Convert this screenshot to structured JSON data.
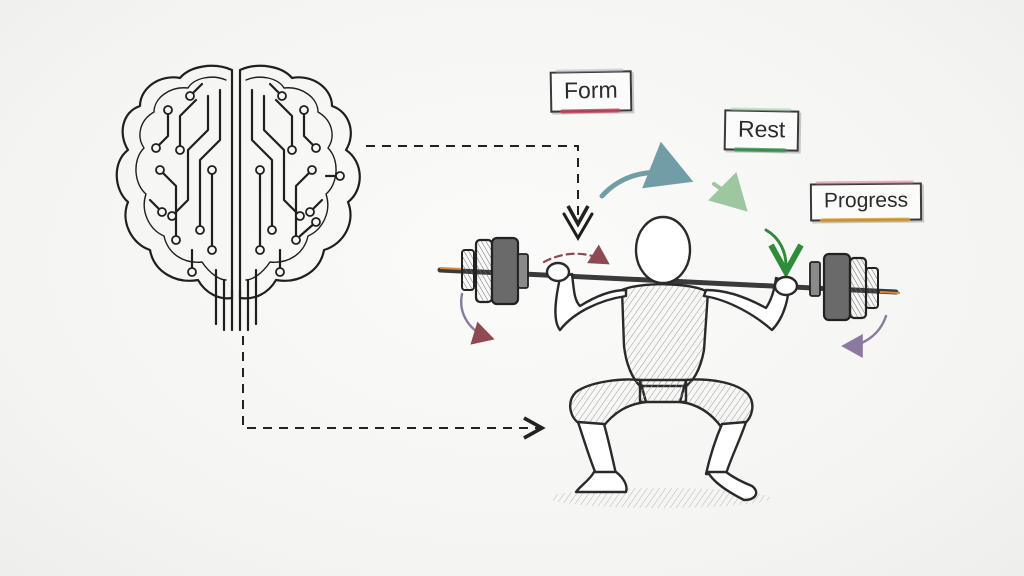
{
  "labels": {
    "form": "Form",
    "rest": "Rest",
    "progress": "Progress"
  },
  "colors": {
    "form_accent": "#c0485a",
    "rest_accent": "#3c9a55",
    "progress_accent": "#d9a23a",
    "progress_smudge": "#d47a8a",
    "arrow_teal": "#5a8e9a",
    "arrow_green": "#2f8c3a",
    "arrow_maroon": "#8e4a50",
    "arrow_lilac": "#8a7aa0",
    "bar_accent": "#d98a3a"
  }
}
